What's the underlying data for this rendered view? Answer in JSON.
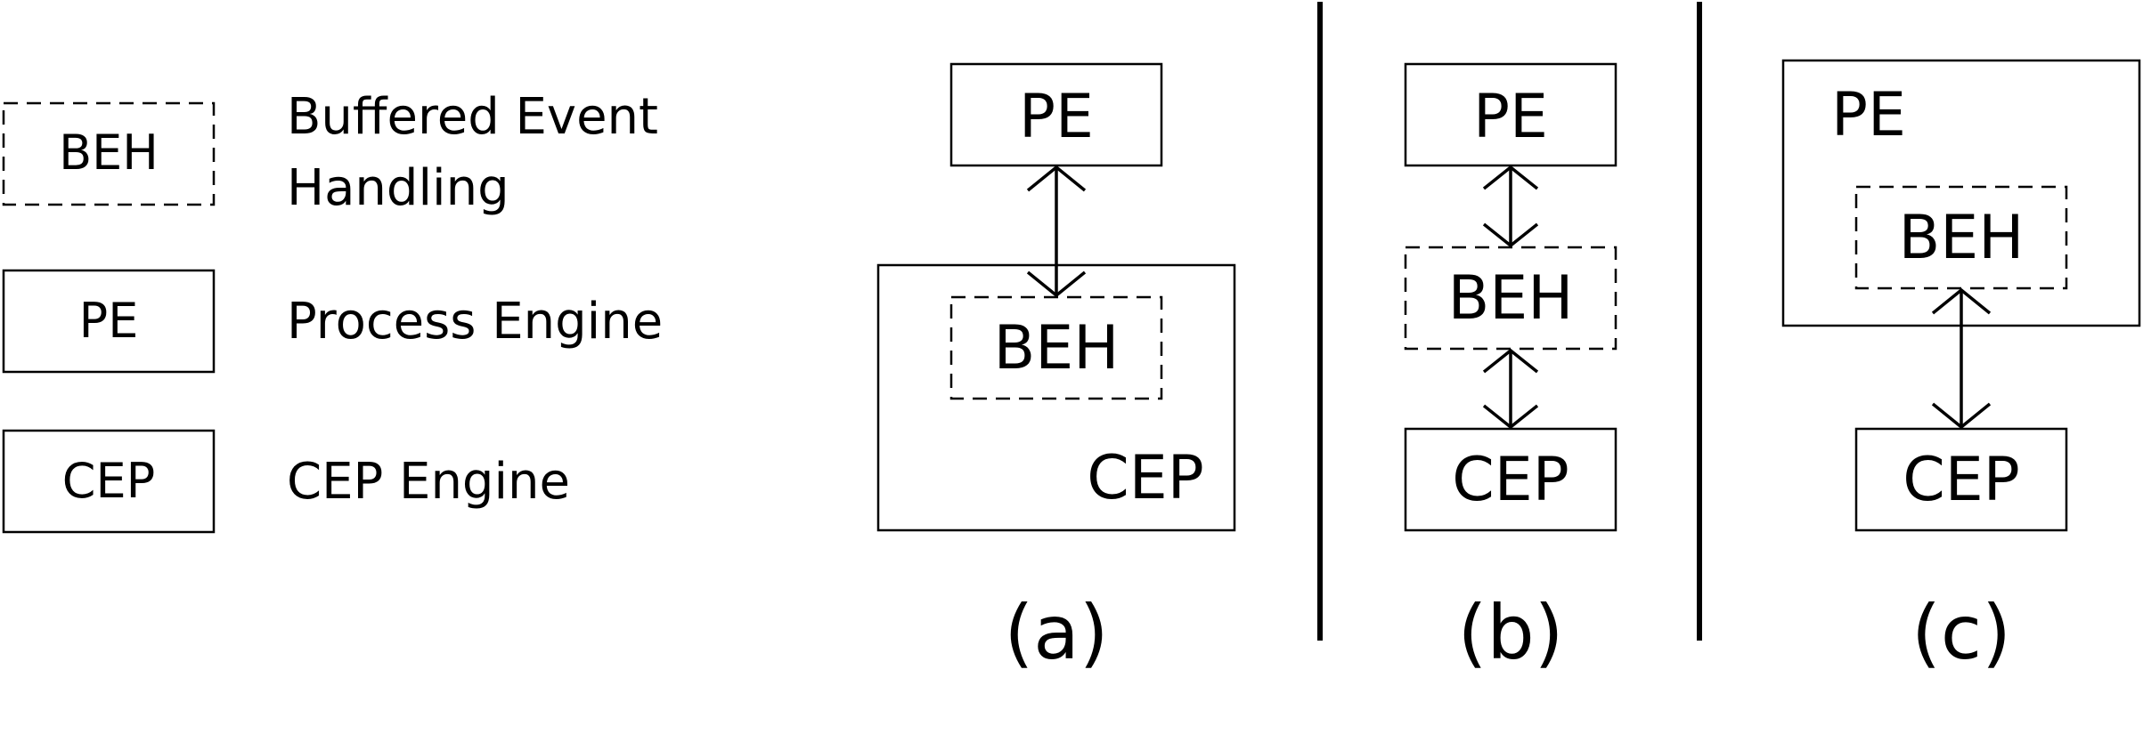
{
  "legend": {
    "items": [
      {
        "abbr": "BEH",
        "desc_lines": [
          "Buffered Event",
          "Handling"
        ],
        "style": "dashed"
      },
      {
        "abbr": "PE",
        "desc_lines": [
          "Process Engine"
        ],
        "style": "solid"
      },
      {
        "abbr": "CEP",
        "desc_lines": [
          "CEP Engine"
        ],
        "style": "solid"
      }
    ]
  },
  "panels": {
    "a": {
      "caption": "(a)",
      "pe_label": "PE",
      "beh_label": "BEH",
      "cep_label": "CEP"
    },
    "b": {
      "caption": "(b)",
      "pe_label": "PE",
      "beh_label": "BEH",
      "cep_label": "CEP"
    },
    "c": {
      "caption": "(c)",
      "pe_label": "PE",
      "beh_label": "BEH",
      "cep_label": "CEP"
    }
  },
  "colors": {
    "stroke": "#000000",
    "background": "#ffffff"
  }
}
